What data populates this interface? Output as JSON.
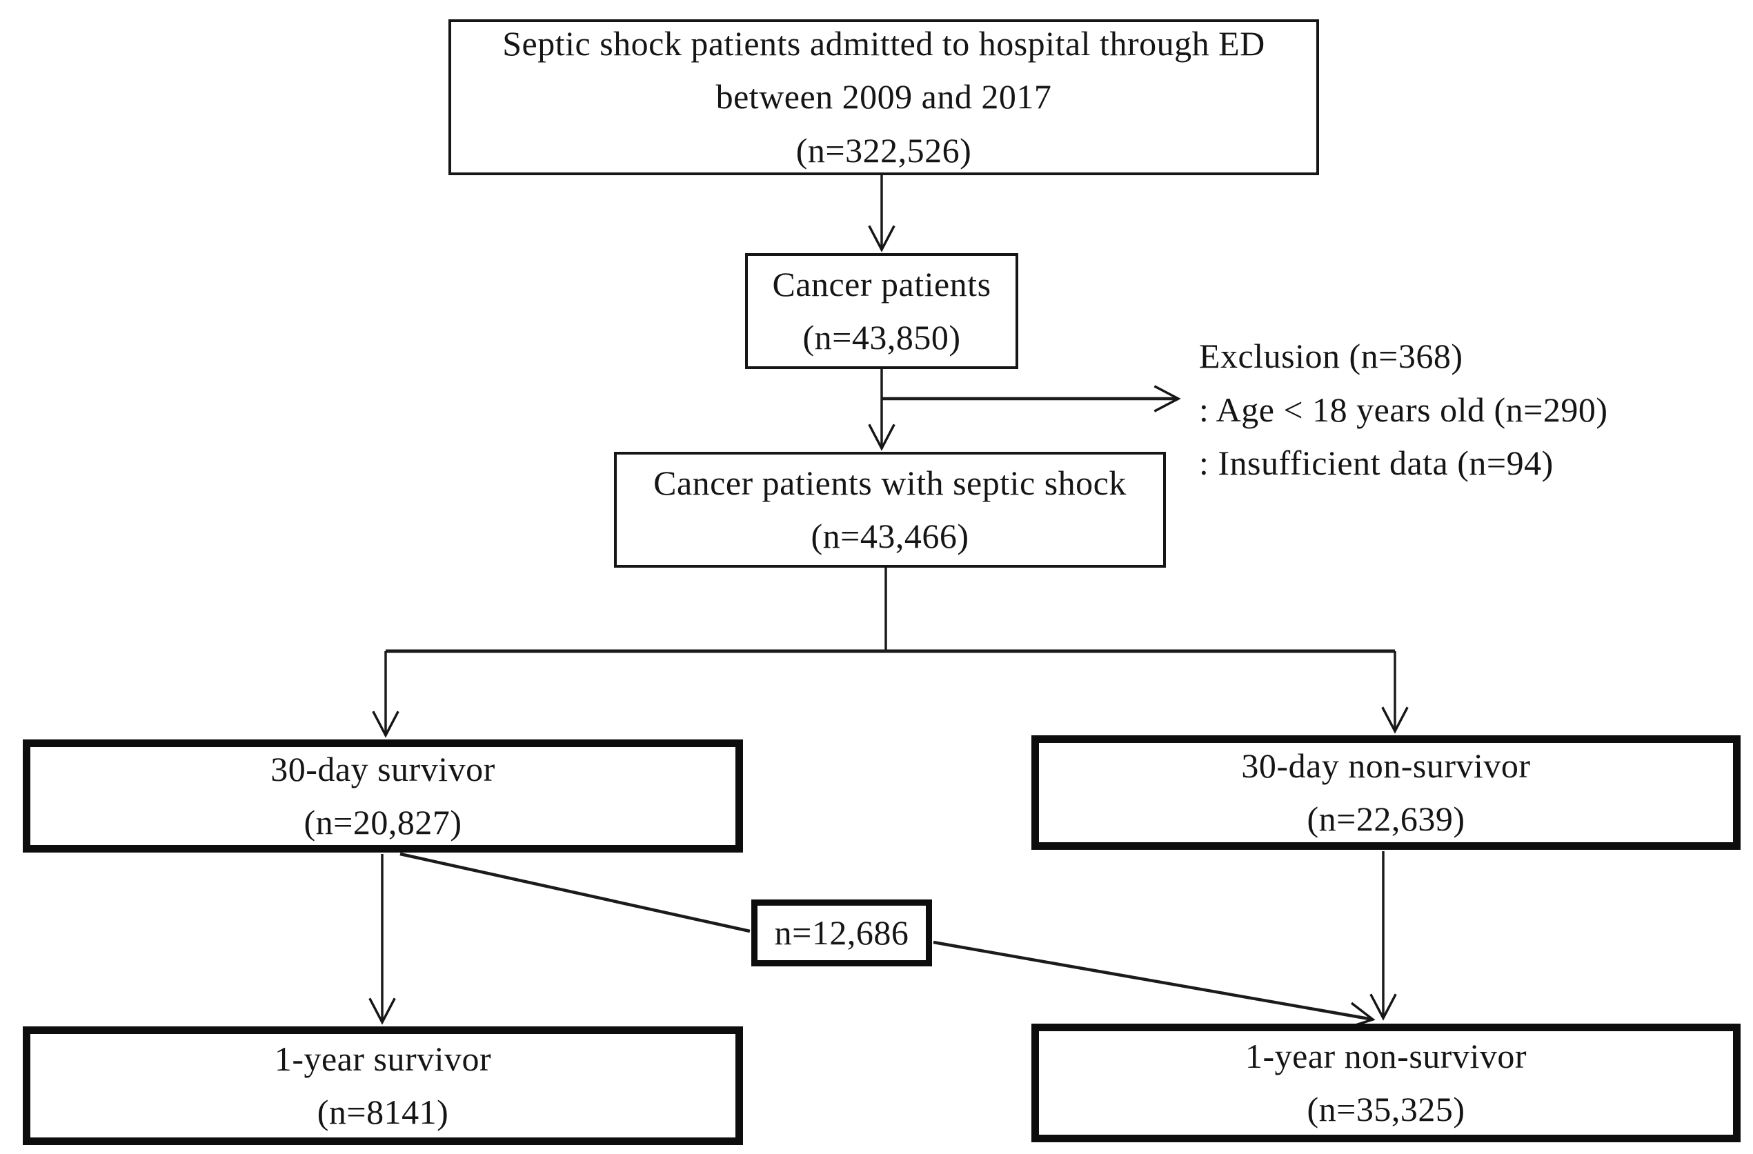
{
  "figure": {
    "background_color": "#ffffff",
    "ink_color": "#151515",
    "description": "Study flow diagram of septic shock cancer patients"
  },
  "nodes": {
    "source": {
      "lines": [
        "Septic shock patients admitted to hospital through ED",
        "between 2009 and 2017",
        "(n=322,526)"
      ]
    },
    "cancer": {
      "lines": [
        "Cancer patients",
        "(n=43,850)"
      ]
    },
    "exclusion": {
      "lines": [
        "Exclusion (n=368)",
        ": Age < 18 years old (n=290)",
        ": Insufficient data (n=94)"
      ]
    },
    "cancer_septic_shock": {
      "lines": [
        "Cancer patients with septic shock",
        "(n=43,466)"
      ]
    },
    "survivor_30day": {
      "lines": [
        "30-day survivor",
        "(n=20,827)"
      ]
    },
    "nonsurvivor_30day": {
      "lines": [
        "30-day non-survivor",
        "(n=22,639)"
      ]
    },
    "crossover": {
      "lines": [
        "n=12,686"
      ]
    },
    "survivor_1year": {
      "lines": [
        "1-year survivor",
        "(n=8141)"
      ]
    },
    "nonsurvivor_1year": {
      "lines": [
        "1-year non-survivor",
        "(n=35,325)"
      ]
    }
  }
}
